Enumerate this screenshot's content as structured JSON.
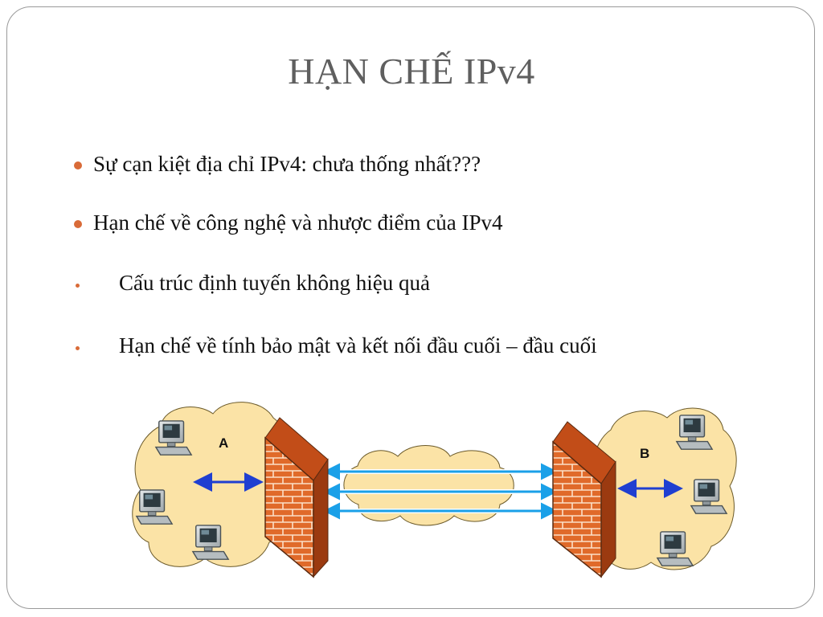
{
  "slide": {
    "title": "HẠN CHẾ IPv4",
    "bullets": [
      {
        "level": 1,
        "text": "Sự cạn kiệt địa chỉ IPv4: chưa thống nhất???"
      },
      {
        "level": 1,
        "text": "Hạn chế về công nghệ và nhược điểm của IPv4"
      },
      {
        "level": 2,
        "text": "Cấu trúc định tuyến không hiệu quả"
      },
      {
        "level": 2,
        "text": "Hạn chế về tính bảo mật và kết nối đầu cuối – đầu cuối"
      }
    ],
    "bullet_color": "#d96b38",
    "title_color": "#5f5f5f"
  },
  "diagram": {
    "site_a_label": "A",
    "site_b_label": "B",
    "cloud_color": "#fbe3a6",
    "firewall_color": "#e06a2a",
    "arrow_a_color": "#1f3fd1",
    "tunnel_color": "#1aa0e8"
  }
}
